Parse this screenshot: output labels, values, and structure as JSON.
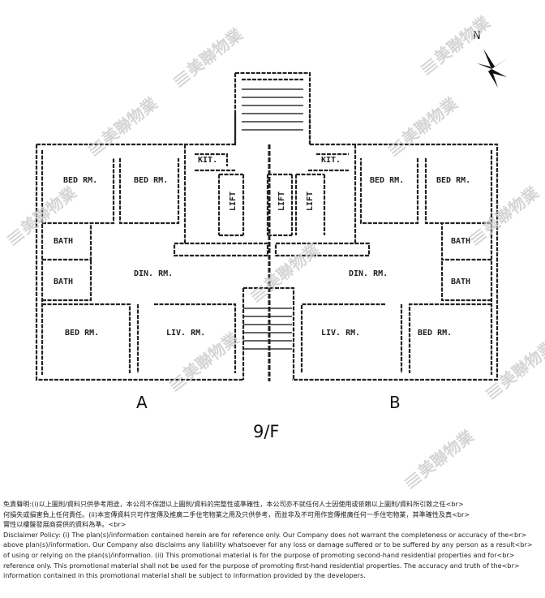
{
  "plan": {
    "compass": "N",
    "units": [
      "A",
      "B"
    ],
    "floor": "9/F",
    "rooms": [
      "BED RM.",
      "BED RM.",
      "BATH",
      "BATH",
      "BED RM.",
      "LIV. RM.",
      "DIN. RM.",
      "KIT.",
      "KIT.",
      "LIFT",
      "LIFT",
      "LIFT",
      "BED RM.",
      "BED RM.",
      "BATH",
      "BATH",
      "BED RM.",
      "LIV. RM.",
      "DIN. RM."
    ]
  },
  "watermark": "美聯物業",
  "disclaimer": [
    "免責聲明:(i)以上圖則/資料只供參考用途，本公司不保證以上圖則/資料的完整性或準確性，本公司亦不就任何人士因使用或依賴以上圖則/資料所引致之任<br>",
    "何損失或損害負上任何責任。(ii)本宣傳資料只可作宣傳及推廣二手住宅物業之用及只供參考，而並非及不可用作宣傳推廣任何一手住宅物業，其準確性及真<br>",
    "實性以樓盤發展商提供的資料為準。<br>",
    "Disclaimer Policy: (i) The plan(s)/information contained herein are for reference only. Our Company does not warrant the completeness or accuracy of the<br>",
    "above plan(s)/information. Our Company also disclaims any liability whatsoever for any loss or damage suffered or to be suffered by any person as a result<br>",
    "of using or relying on the plan(s)/information. (ii) This promotional material is for the purpose of promoting second-hand residential properties and for<br>",
    "reference only. This promotional material shall not be used for the purpose of promoting first-hand residential properties. The accuracy and truth of the<br>",
    "information contained in this promotional material shall be subject to information provided by the developers."
  ]
}
